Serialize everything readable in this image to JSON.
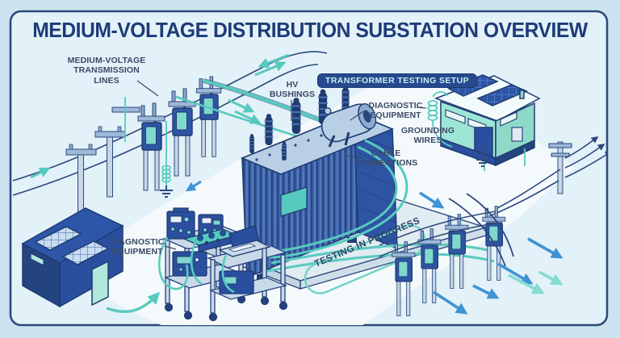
{
  "title": "MEDIUM-VOLTAGE DISTRIBUTION SUBSTATION OVERVIEW",
  "labels": {
    "transmission_lines": "MEDIUM-VOLTAGE\nTRANSMISSION\nLINES",
    "hv_bushings": "HV\nBUSHINGS",
    "testing_setup_badge": "TRANSFORMER TESTING SETUP",
    "diagnostic_equipment_upper": "DIAGNOSTIC\nEQUIPMENT",
    "grounding_wires": "GROUNDING\nWIRES",
    "cable_connections": "CABLE\nCONNECTIONS",
    "diagnostic_equipment_lower": "DIAGNOSTIC\nEQUIPMENT",
    "testing_in_progress": "TESTING IN PROGRESS"
  },
  "colors": {
    "outer_background": "#cbe3ee",
    "panel_background": "#e3f1f8",
    "panel_border": "#2b497b",
    "white_band": "#f4fafc",
    "navy_outline": "#1f3c72",
    "equipment_blue": "#2e55a4",
    "light_steel": "#c6d7e7",
    "teal_cable": "#57cabe",
    "teal_light": "#7fd8cc",
    "arrow_blue": "#3f93d4",
    "badge_background": "#27498f",
    "badge_text": "#c5f0ee",
    "title_text": "#1d3b78"
  }
}
